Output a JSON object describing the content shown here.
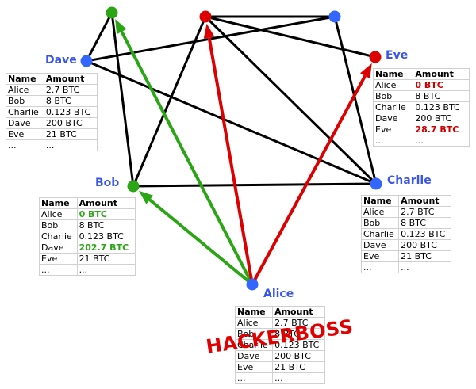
{
  "nodes": [
    {
      "id": "top-green",
      "color": "#2aa514"
    },
    {
      "id": "top-red",
      "color": "#dd0000"
    },
    {
      "id": "top-blue",
      "color": "#3366ff"
    },
    {
      "id": "dave",
      "label": "Dave",
      "color": "#3366ff"
    },
    {
      "id": "eve",
      "label": "Eve",
      "color": "#dd0000"
    },
    {
      "id": "bob",
      "label": "Bob",
      "color": "#2aa514"
    },
    {
      "id": "charlie",
      "label": "Charlie",
      "color": "#3366ff"
    },
    {
      "id": "alice",
      "label": "Alice",
      "color": "#3366ff"
    }
  ],
  "edges": [
    [
      "top-green",
      "dave"
    ],
    [
      "top-green",
      "bob"
    ],
    [
      "top-red",
      "top-blue"
    ],
    [
      "top-red",
      "eve"
    ],
    [
      "top-red",
      "bob"
    ],
    [
      "top-red",
      "charlie"
    ],
    [
      "top-blue",
      "dave"
    ],
    [
      "top-blue",
      "charlie"
    ],
    [
      "dave",
      "charlie"
    ],
    [
      "bob",
      "charlie"
    ]
  ],
  "transactions": [
    {
      "from": "alice",
      "to": "top-green",
      "color": "#2aa514"
    },
    {
      "from": "alice",
      "to": "bob",
      "color": "#2aa514"
    },
    {
      "from": "alice",
      "to": "top-red",
      "color": "#dd0000"
    },
    {
      "from": "alice",
      "to": "eve",
      "color": "#dd0000"
    }
  ],
  "table_headers": {
    "name": "Name",
    "amount": "Amount"
  },
  "ledgers": {
    "dave": [
      {
        "name": "Alice",
        "amount": "2.7 BTC"
      },
      {
        "name": "Bob",
        "amount": "8 BTC"
      },
      {
        "name": "Charlie",
        "amount": "0.123 BTC"
      },
      {
        "name": "Dave",
        "amount": "200 BTC"
      },
      {
        "name": "Eve",
        "amount": "21 BTC"
      },
      {
        "name": "...",
        "amount": "..."
      }
    ],
    "eve": [
      {
        "name": "Alice",
        "amount": "0 BTC",
        "highlight": "red"
      },
      {
        "name": "Bob",
        "amount": "8 BTC"
      },
      {
        "name": "Charlie",
        "amount": "0.123 BTC"
      },
      {
        "name": "Dave",
        "amount": "200 BTC"
      },
      {
        "name": "Eve",
        "amount": "28.7 BTC",
        "highlight": "red"
      },
      {
        "name": "...",
        "amount": "..."
      }
    ],
    "bob": [
      {
        "name": "Alice",
        "amount": "0 BTC",
        "highlight": "green"
      },
      {
        "name": "Bob",
        "amount": "8 BTC"
      },
      {
        "name": "Charlie",
        "amount": "0.123 BTC"
      },
      {
        "name": "Dave",
        "amount": "202.7 BTC",
        "highlight": "green"
      },
      {
        "name": "Eve",
        "amount": "21 BTC"
      },
      {
        "name": "...",
        "amount": "..."
      }
    ],
    "charlie": [
      {
        "name": "Alice",
        "amount": "2.7 BTC"
      },
      {
        "name": "Bob",
        "amount": "8 BTC"
      },
      {
        "name": "Charlie",
        "amount": "0.123 BTC"
      },
      {
        "name": "Dave",
        "amount": "200 BTC"
      },
      {
        "name": "Eve",
        "amount": "21 BTC"
      },
      {
        "name": "...",
        "amount": "..."
      }
    ],
    "alice": [
      {
        "name": "Alice",
        "amount": "2.7 BTC"
      },
      {
        "name": "Bob",
        "amount": "8 BTC"
      },
      {
        "name": "Charlie",
        "amount": "0.123 BTC"
      },
      {
        "name": "Dave",
        "amount": "200 BTC"
      },
      {
        "name": "Eve",
        "amount": "21 BTC"
      },
      {
        "name": "...",
        "amount": "..."
      }
    ]
  },
  "watermark": "HACKERBOSS"
}
